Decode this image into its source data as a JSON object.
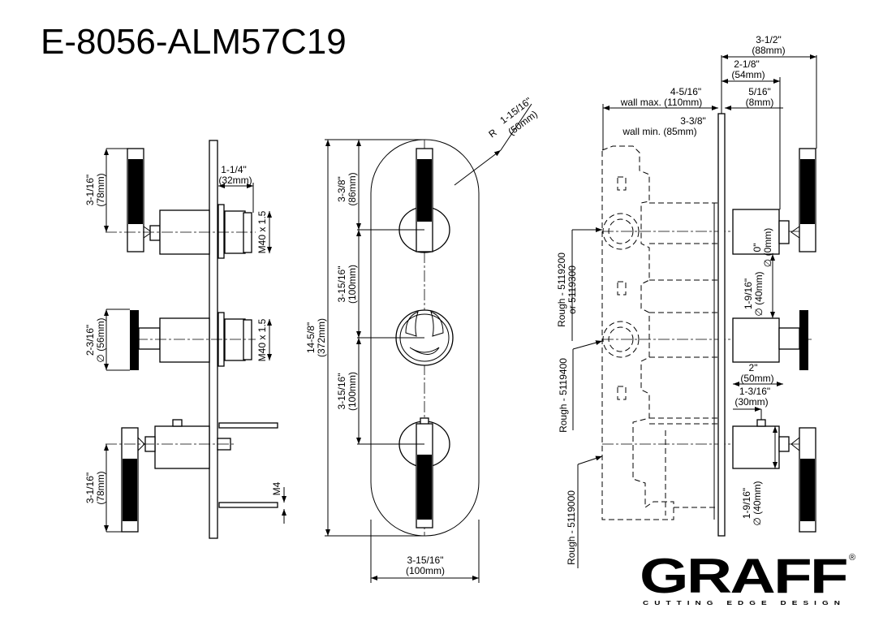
{
  "title": "E-8056-ALM57C19",
  "side_view": {
    "lever_height_top": [
      "3-1/16\"",
      "(78mm)"
    ],
    "knob_diameter": [
      "2-3/16\"",
      "∅ (56mm)"
    ],
    "lever_height_bottom": [
      "3-1/16\"",
      "(78mm)"
    ],
    "projection": [
      "1-1/4\"",
      "(32mm)"
    ],
    "thread_top": "M40 x 1.5",
    "thread_mid": "M40 x 1.5",
    "screw": "M4"
  },
  "front_view": {
    "radius": [
      "R",
      "1-15/16\"",
      "(50mm)"
    ],
    "top_offset": [
      "3-3/8\"",
      "(86mm)"
    ],
    "spacing_upper": [
      "3-15/16\"",
      "(100mm)"
    ],
    "spacing_lower": [
      "3-15/16\"",
      "(100mm)"
    ],
    "height": [
      "14-5/8\"",
      "(372mm)"
    ],
    "width": [
      "3-15/16\"",
      "(100mm)"
    ]
  },
  "install_view": {
    "total_depth": [
      "3-1/2\"",
      "(88mm)"
    ],
    "trim_depth": [
      "2-1/8\"",
      "(54mm)"
    ],
    "wall_max": [
      "4-5/16\"",
      "wall max. (110mm)"
    ],
    "plate_gap": [
      "5/16\"",
      "(8mm)"
    ],
    "wall_min": [
      "3-3/8\"",
      "wall min. (85mm)"
    ],
    "top_diameter": [
      "0\"",
      "∅ (0mm)"
    ],
    "mid_diameter": [
      "1-9/16\"",
      "∅ (40mm)"
    ],
    "bottom_depth": [
      "2\"",
      "(50mm)"
    ],
    "bottom_offset": [
      "1-3/16\"",
      "(30mm)"
    ],
    "bottom_diameter": [
      "1-9/16\"",
      "∅ (40mm)"
    ],
    "rough_1": [
      "Rough - 5119200",
      "or 5119300"
    ],
    "rough_2": "Rough - 5119400",
    "rough_3": "Rough - 5119000"
  },
  "brand": {
    "name": "GRAFF",
    "registered": "®",
    "tagline": "CUTTING EDGE DESIGN"
  }
}
